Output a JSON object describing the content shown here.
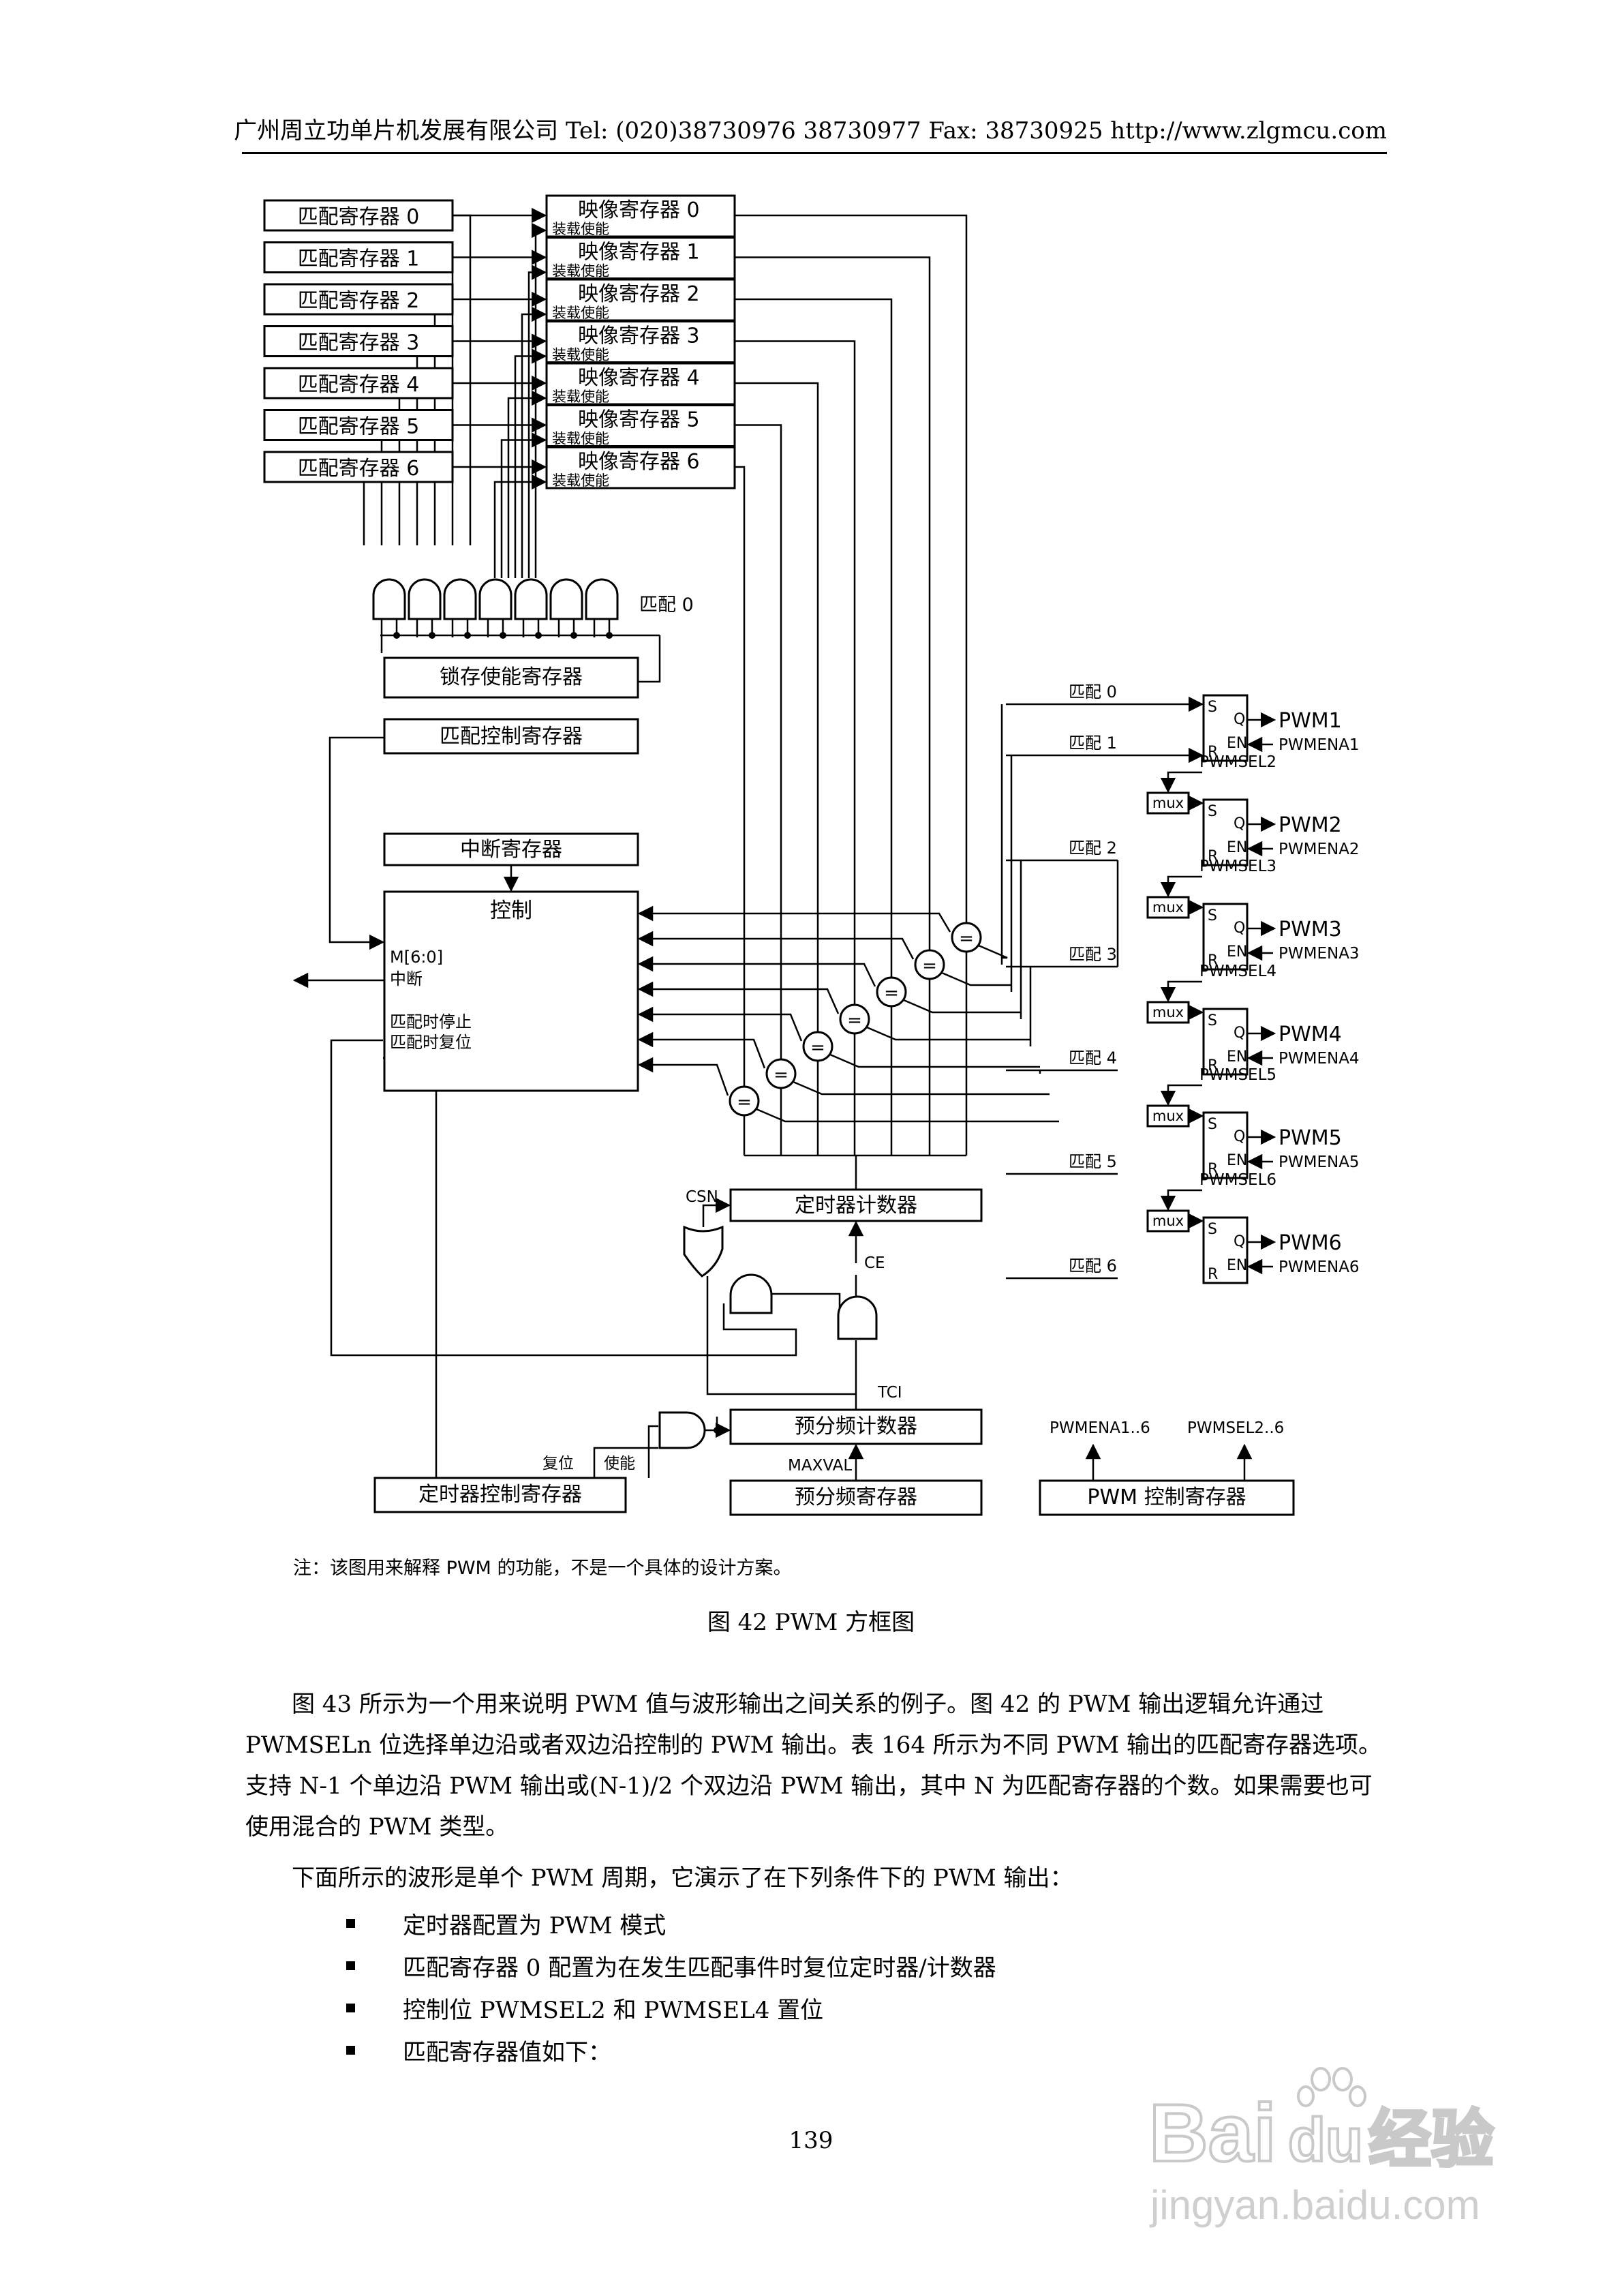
{
  "header": {
    "text": "广州周立功单片机发展有限公司  Tel: (020)38730976    38730977    Fax: 38730925    http://www.zlgmcu.com"
  },
  "diagram": {
    "match_registers": [
      "匹配寄存器 0",
      "匹配寄存器 1",
      "匹配寄存器 2",
      "匹配寄存器 3",
      "匹配寄存器 4",
      "匹配寄存器 5",
      "匹配寄存器 6"
    ],
    "shadow_registers": [
      "映像寄存器 0",
      "映像寄存器 1",
      "映像寄存器 2",
      "映像寄存器 3",
      "映像寄存器 4",
      "映像寄存器 5",
      "映像寄存器 6"
    ],
    "load_enable": "装载使能",
    "match0_label": "匹配 0",
    "latch_enable_register": "锁存使能寄存器",
    "match_control_register": "匹配控制寄存器",
    "interrupt_register": "中断寄存器",
    "control_block": {
      "title": "控制",
      "m_bits": "M[6:0]",
      "interrupt": "中断",
      "stop_on_match": "匹配时停止",
      "reset_on_match": "匹配时复位"
    },
    "comparator_symbol": "=",
    "timer_counter": "定时器计数器",
    "prescale_counter": "预分频计数器",
    "prescale_register": "预分频寄存器",
    "timer_control_register": "定时器控制寄存器",
    "pwm_control_register": "PWM 控制寄存器",
    "signals": {
      "csn": "CSN",
      "ce": "CE",
      "tci": "TCI",
      "maxval": "MAXVAL",
      "reset": "复位",
      "enable": "使能",
      "pwmena_all": "PWMENA1..6",
      "pwmsel_all": "PWMSEL2..6"
    },
    "match_lines": [
      "匹配 0",
      "匹配 1",
      "匹配 2",
      "匹配 3",
      "匹配 4",
      "匹配 5",
      "匹配 6"
    ],
    "flipflop": {
      "s": "S",
      "r": "R",
      "q": "Q",
      "en": "EN"
    },
    "mux_label": "mux",
    "pwmsel": [
      "PWMSEL2",
      "PWMSEL3",
      "PWMSEL4",
      "PWMSEL5",
      "PWMSEL6"
    ],
    "outputs": [
      {
        "pwm": "PWM1",
        "ena": "PWMENA1"
      },
      {
        "pwm": "PWM2",
        "ena": "PWMENA2"
      },
      {
        "pwm": "PWM3",
        "ena": "PWMENA3"
      },
      {
        "pwm": "PWM4",
        "ena": "PWMENA4"
      },
      {
        "pwm": "PWM5",
        "ena": "PWMENA5"
      },
      {
        "pwm": "PWM6",
        "ena": "PWMENA6"
      }
    ]
  },
  "note": "注：该图用来解释 PWM 的功能，不是一个具体的设计方案。",
  "figure_caption": "图 42    PWM 方框图",
  "paragraph1": "图 43 所示为一个用来说明 PWM 值与波形输出之间关系的例子。图 42 的 PWM 输出逻辑允许通过 PWMSELn 位选择单边沿或者双边沿控制的 PWM 输出。表 164 所示为不同 PWM 输出的匹配寄存器选项。支持 N-1 个单边沿 PWM 输出或(N-1)/2 个双边沿 PWM 输出，其中 N 为匹配寄存器的个数。如果需要也可使用混合的 PWM 类型。",
  "paragraph2": "下面所示的波形是单个 PWM 周期，它演示了在下列条件下的 PWM 输出：",
  "bullets": [
    "定时器配置为 PWM 模式",
    "匹配寄存器 0 配置为在发生匹配事件时复位定时器/计数器",
    "控制位 PWMSEL2 和 PWMSEL4 置位",
    "匹配寄存器值如下："
  ],
  "page_number": "139",
  "watermark": {
    "brand": "Bai",
    "paw": "du",
    "cn": "经验",
    "url": "jingyan.baidu.com"
  }
}
